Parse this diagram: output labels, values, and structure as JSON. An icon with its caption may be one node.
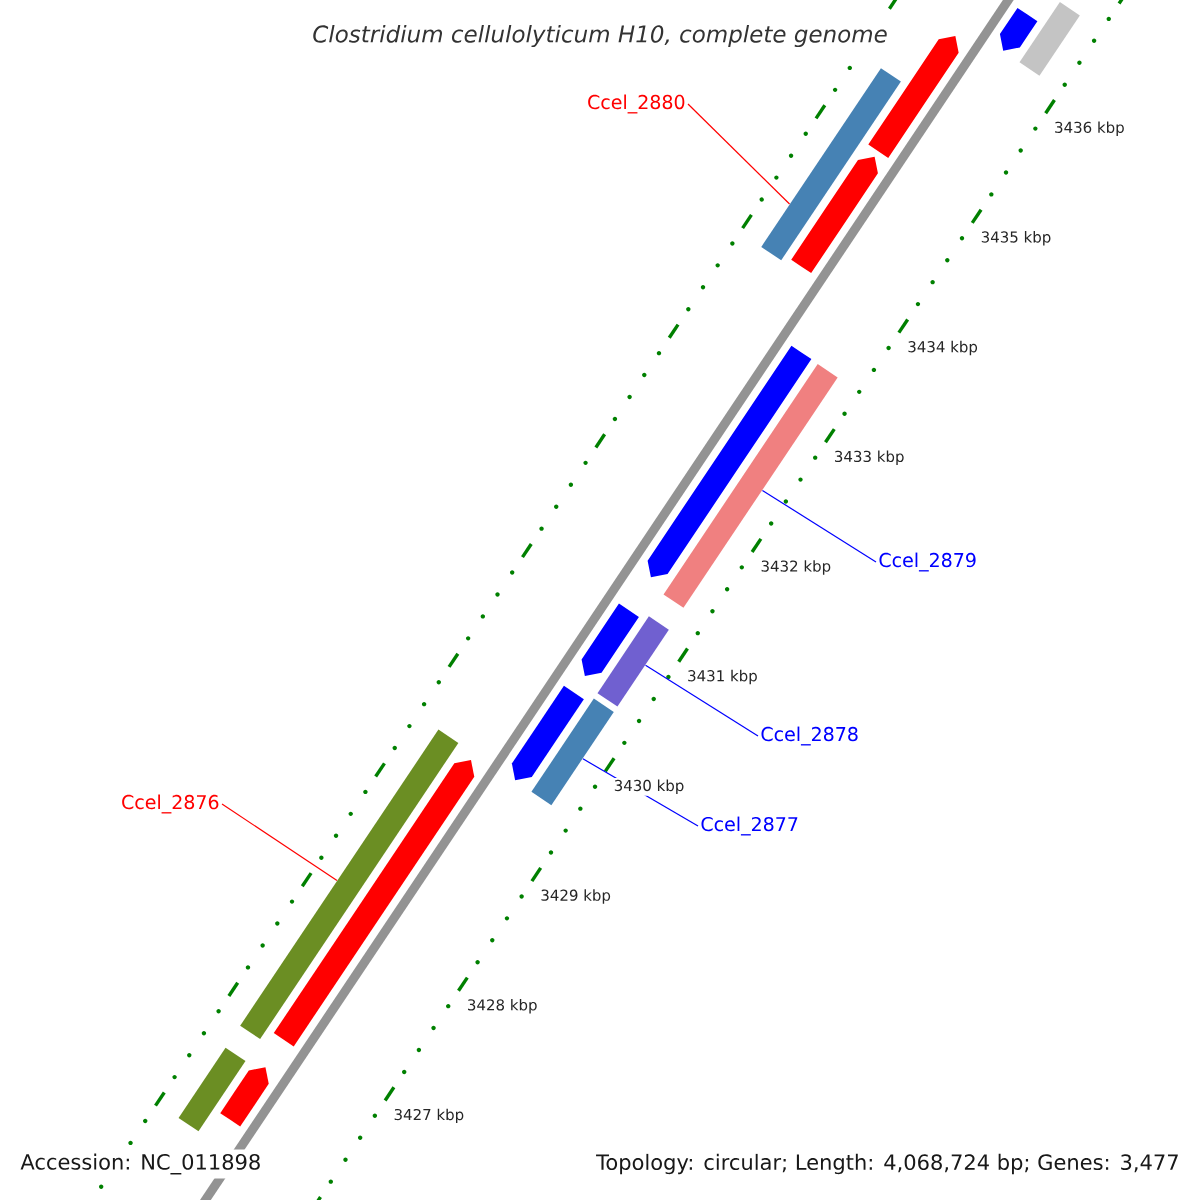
{
  "diagram": {
    "title": "Clostridium cellulolyticum H10, complete genome",
    "nodes": [
      {
        "text": [
          "Ccel_2880"
        ]
      },
      {
        "text": [
          "Ccel_2879"
        ]
      },
      {
        "text": [
          "Ccel_2878"
        ]
      },
      {
        "text": [
          "Ccel_2877"
        ]
      },
      {
        "text": [
          "Ccel_2876"
        ]
      },
      {
        "text": [],
        "shape": "pentagon"
      },
      {
        "text": [],
        "shape": "bar"
      },
      {
        "text": [],
        "shape": "bar"
      },
      {
        "text": [],
        "shape": "pentagon"
      },
      {
        "text": [],
        "shape": "pentagon"
      },
      {
        "text": [],
        "shape": "pentagon"
      },
      {
        "text": [],
        "shape": "bar"
      },
      {
        "text": [],
        "shape": "pentagon"
      },
      {
        "text": [],
        "shape": "bar"
      },
      {
        "text": [],
        "shape": "pentagon"
      },
      {
        "text": [],
        "shape": "bar"
      },
      {
        "text": [],
        "shape": "bar"
      },
      {
        "text": [],
        "shape": "pentagon"
      },
      {
        "text": [],
        "shape": "bar"
      },
      {
        "text": [],
        "shape": "pentagon"
      }
    ],
    "edges": [
      {
        "from": 0,
        "to": 7,
        "arrow": "none",
        "color": "#ff0000"
      },
      {
        "from": 1,
        "to": 11,
        "arrow": "none"
      },
      {
        "from": 2,
        "to": 13,
        "arrow": "none"
      },
      {
        "from": 3,
        "to": 15,
        "arrow": "none"
      },
      {
        "from": 4,
        "to": 16,
        "arrow": "none",
        "color": "#ff0000"
      }
    ],
    "labels": [
      "3436 kbp",
      "3435 kbp",
      "3434 kbp",
      "3433 kbp",
      "3432 kbp",
      "3431 kbp",
      "3430 kbp",
      "3429 kbp",
      "3428 kbp",
      "3427 kbp",
      "Accession: NC_011898",
      "Topology: circular; Length: 4,068,724 bp; Genes: 3,477"
    ]
  }
}
